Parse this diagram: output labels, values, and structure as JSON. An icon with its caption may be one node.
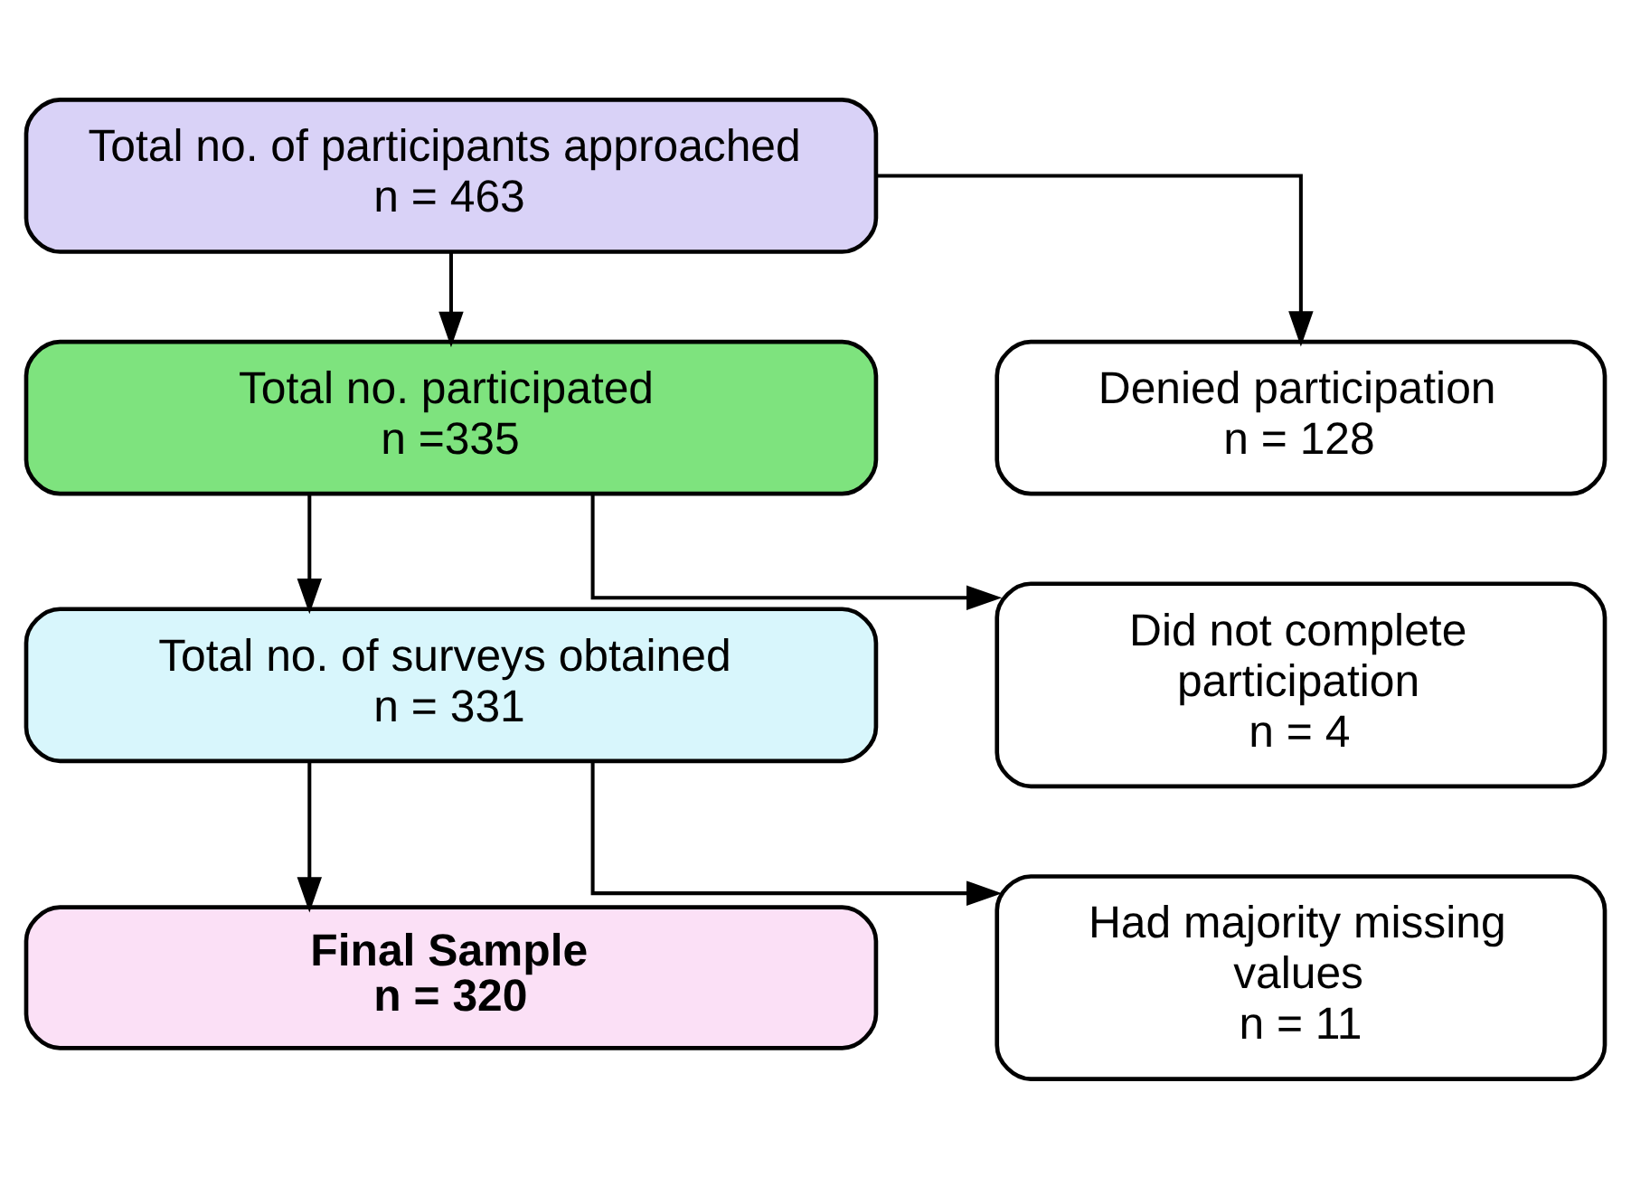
{
  "diagram": {
    "nodes": [
      {
        "text": [
          "Total no. of participants approached",
          "n = 463"
        ]
      },
      {
        "text": [
          "Total no. participated",
          "n =335"
        ]
      },
      {
        "text": [
          "Total no. of surveys obtained",
          "n = 331"
        ]
      },
      {
        "text": [
          "Final Sample",
          "n = 320"
        ]
      },
      {
        "text": [
          "Denied participation",
          "n = 128"
        ]
      },
      {
        "text": [
          "Did not complete participation",
          "n = 4"
        ]
      },
      {
        "text": [
          "Had majority missing values",
          "n = 11"
        ]
      }
    ],
    "edges": [
      {
        "from": 0,
        "to": 1,
        "arrow": "to"
      },
      {
        "from": 0,
        "to": 4,
        "arrow": "to"
      },
      {
        "from": 1,
        "to": 2,
        "arrow": "to"
      },
      {
        "from": 1,
        "to": 5,
        "arrow": "to"
      },
      {
        "from": 2,
        "to": 3,
        "arrow": "to"
      },
      {
        "from": 2,
        "to": 6,
        "arrow": "to"
      }
    ]
  }
}
